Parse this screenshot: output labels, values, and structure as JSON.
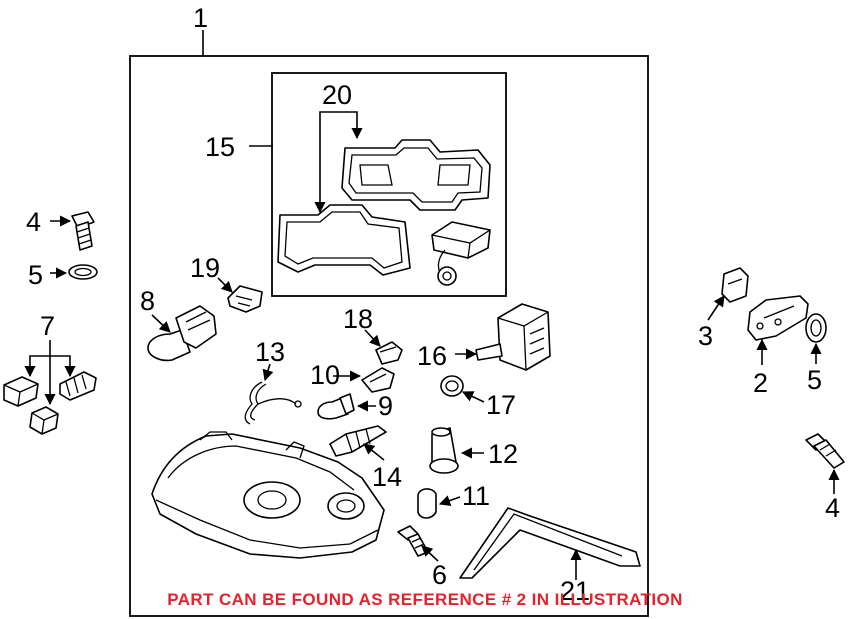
{
  "callouts": {
    "c1": "1",
    "c2": "2",
    "c3": "3",
    "c4a": "4",
    "c4b": "4",
    "c5a": "5",
    "c5b": "5",
    "c6": "6",
    "c7": "7",
    "c8": "8",
    "c9": "9",
    "c10": "10",
    "c11": "11",
    "c12": "12",
    "c13": "13",
    "c14": "14",
    "c15": "15",
    "c16": "16",
    "c17": "17",
    "c18": "18",
    "c19": "19",
    "c20": "20",
    "c21": "21"
  },
  "footer_note": "PART CAN BE FOUND AS REFERENCE # 2 IN ILLUSTRATION",
  "colors": {
    "note": "#e8212b",
    "line": "#000000",
    "background": "#ffffff"
  }
}
